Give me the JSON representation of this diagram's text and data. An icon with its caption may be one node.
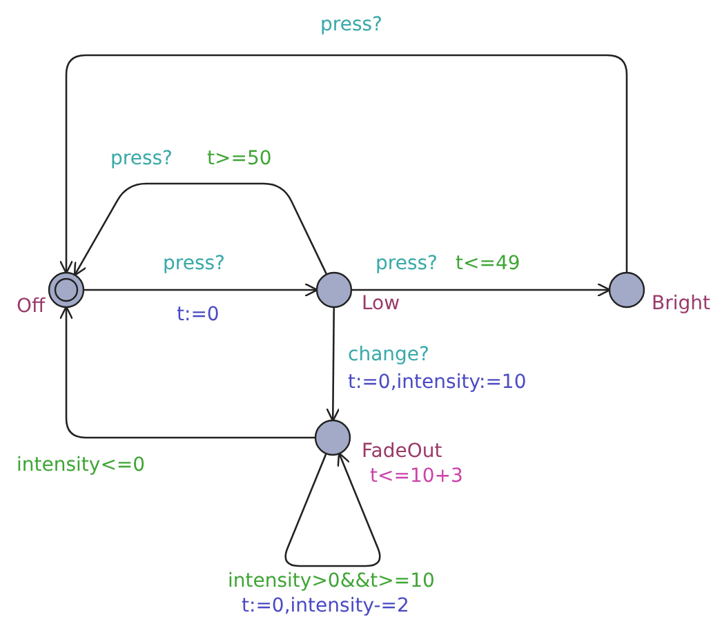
{
  "diagram": {
    "nodes": [
      {
        "text": [
          "Off"
        ]
      },
      {
        "text": [
          "Low"
        ]
      },
      {
        "text": [
          "Bright"
        ]
      },
      {
        "text": [
          "FadeOut"
        ],
        "beside": [
          "t<=10+3"
        ]
      }
    ],
    "edges": [
      {
        "from": 0,
        "to": 1,
        "arrow": "to",
        "label": "press?"
      },
      {
        "from": 1,
        "to": 0,
        "arrow": "to",
        "label": "press?"
      },
      {
        "from": 1,
        "to": 2,
        "arrow": "to",
        "label": "press?"
      },
      {
        "from": 2,
        "to": 0,
        "arrow": "to",
        "label": "press?"
      },
      {
        "from": 1,
        "to": 3,
        "arrow": "to",
        "label": "change?"
      },
      {
        "from": 3,
        "to": 0,
        "arrow": "to",
        "label": "intensity<=0"
      },
      {
        "from": 3,
        "to": 3,
        "arrow": "to",
        "label": "intensity>0&&t>=10"
      }
    ],
    "labels": [
      "t>=50",
      "t<=49",
      "t:=0",
      "t:=0,intensity:=10",
      "t:=0,intensity-=2"
    ]
  }
}
